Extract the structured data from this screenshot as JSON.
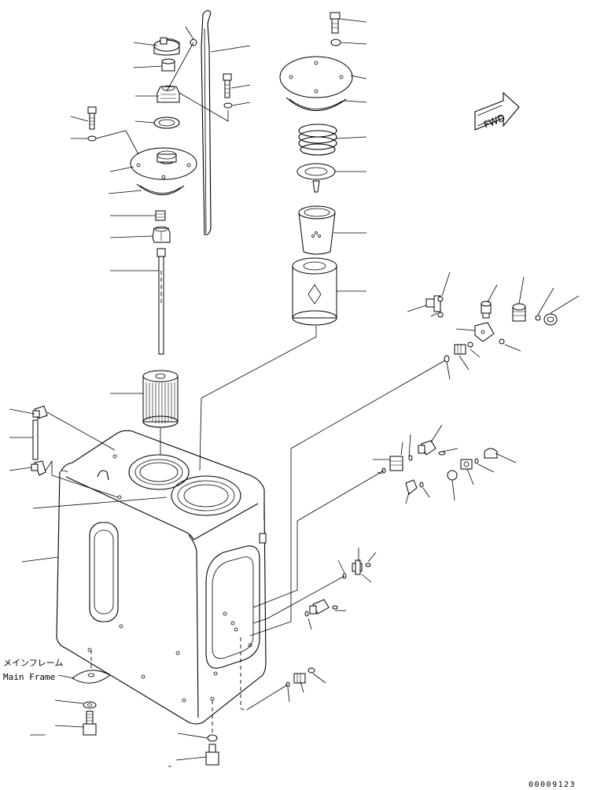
{
  "annotations": {
    "main_frame_jp": "メインフレーム",
    "main_frame_en": "Main Frame",
    "fwd_label": "FWD",
    "drawing_code": "00009123"
  },
  "colors": {
    "line": "#000000",
    "background": "#ffffff"
  }
}
